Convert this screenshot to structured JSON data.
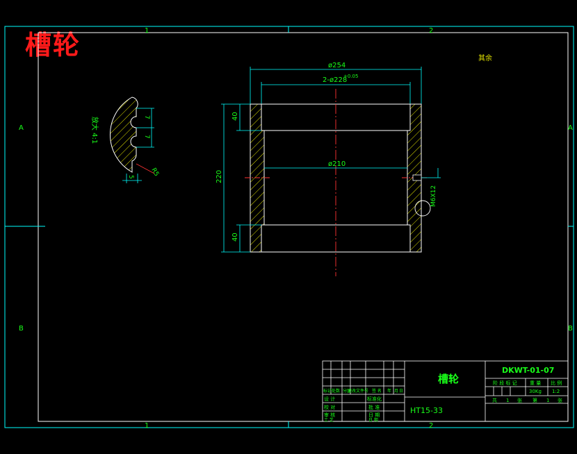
{
  "title_red": "槽轮",
  "zone_labels": {
    "top": [
      "1",
      "2"
    ],
    "bottom": [
      "1",
      "2"
    ],
    "left": [
      "A",
      "B"
    ],
    "right": [
      "A",
      "B"
    ]
  },
  "note_top_right": "其余",
  "detail_label": "放大 4:1",
  "detail_dims": {
    "pitch1": "7",
    "pitch2": "7",
    "width": "5",
    "radius": "R5"
  },
  "main_dims": {
    "d_outer": "ø254",
    "d_bore": "2-ø228",
    "tol": "+0.05",
    "d_inner": "ø210",
    "height": "220",
    "flange_top": "40",
    "flange_bottom": "40",
    "thread": "M6X12"
  },
  "title_block": {
    "part_name": "槽轮",
    "drawing_no": "DKWT-01-07",
    "material": "HT15-33",
    "weight": "30Kg",
    "scale": "1:2",
    "stage_header": [
      "阶 段 标 记",
      "重 量",
      "比 例"
    ],
    "sheet_info": [
      "共",
      "1",
      "张",
      "第",
      "1",
      "张"
    ],
    "rev_headers": [
      "标记",
      "处数",
      "分区",
      "更改文件号",
      "签 名",
      "年",
      "月",
      "日"
    ],
    "sign_rows": [
      "设 计",
      "校 对",
      "审 核",
      "工 艺"
    ],
    "std_labels": [
      "标准化",
      "批 准",
      "日 期",
      "日 期"
    ]
  }
}
